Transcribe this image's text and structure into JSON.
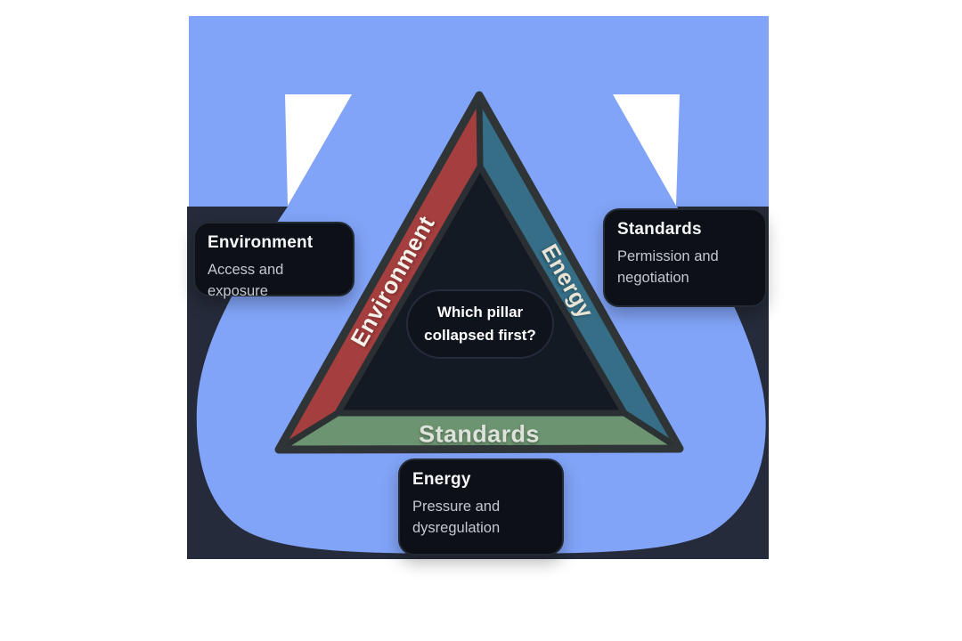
{
  "colors": {
    "page_white": "#ffffff",
    "canvas_blue": "#82a4f8",
    "backdrop_navy": "#252b3a",
    "edge_environment": "#a53e3e",
    "edge_energy": "#356e86",
    "edge_standards": "#6d9471",
    "triangle_inner": "#141a23",
    "triangle_outline": "#2f3437",
    "card_background": "#0d1117",
    "title_text": "#f4f6f8",
    "body_text": "#c3c8d0"
  },
  "triangle": {
    "center_question": "Which pillar collapsed first?",
    "edges": [
      {
        "label": "Environment",
        "position": "left",
        "color": "#a53e3e"
      },
      {
        "label": "Energy",
        "position": "right",
        "color": "#356e86"
      },
      {
        "label": "Standards",
        "position": "bottom",
        "color": "#6d9471"
      }
    ]
  },
  "tooltips": [
    {
      "title": "Environment",
      "body": "Access and exposure"
    },
    {
      "title": "Standards",
      "body": "Permission and negotiation"
    },
    {
      "title": "Energy",
      "body": "Pressure and dysregulation"
    }
  ]
}
